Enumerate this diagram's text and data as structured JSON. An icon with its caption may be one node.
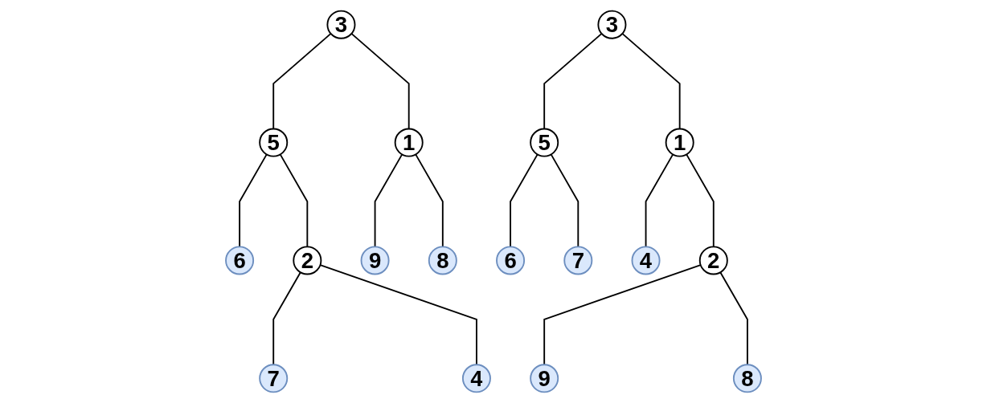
{
  "diagram": {
    "nodes": [
      {
        "text": [
          "3"
        ]
      },
      {
        "text": [
          "5"
        ]
      },
      {
        "text": [
          "1"
        ]
      },
      {
        "text": [
          "6"
        ]
      },
      {
        "text": [
          "2"
        ]
      },
      {
        "text": [
          "9"
        ]
      },
      {
        "text": [
          "8"
        ]
      },
      {
        "text": [
          "7"
        ]
      },
      {
        "text": [
          "4"
        ]
      },
      {
        "text": [
          "3"
        ]
      },
      {
        "text": [
          "5"
        ]
      },
      {
        "text": [
          "1"
        ]
      },
      {
        "text": [
          "6"
        ]
      },
      {
        "text": [
          "7"
        ]
      },
      {
        "text": [
          "4"
        ]
      },
      {
        "text": [
          "2"
        ]
      },
      {
        "text": [
          "9"
        ]
      },
      {
        "text": [
          "8"
        ]
      }
    ],
    "edges": [
      {
        "from": 0,
        "to": 1,
        "arrow": "none"
      },
      {
        "from": 0,
        "to": 2,
        "arrow": "none"
      },
      {
        "from": 1,
        "to": 3,
        "arrow": "none"
      },
      {
        "from": 1,
        "to": 4,
        "arrow": "none"
      },
      {
        "from": 2,
        "to": 5,
        "arrow": "none"
      },
      {
        "from": 2,
        "to": 6,
        "arrow": "none"
      },
      {
        "from": 4,
        "to": 7,
        "arrow": "none"
      },
      {
        "from": 4,
        "to": 8,
        "arrow": "none"
      },
      {
        "from": 9,
        "to": 10,
        "arrow": "none"
      },
      {
        "from": 9,
        "to": 11,
        "arrow": "none"
      },
      {
        "from": 10,
        "to": 12,
        "arrow": "none"
      },
      {
        "from": 10,
        "to": 13,
        "arrow": "none"
      },
      {
        "from": 11,
        "to": 14,
        "arrow": "none"
      },
      {
        "from": 11,
        "to": 15,
        "arrow": "none"
      },
      {
        "from": 15,
        "to": 16,
        "arrow": "none"
      },
      {
        "from": 15,
        "to": 17,
        "arrow": "none"
      }
    ]
  }
}
